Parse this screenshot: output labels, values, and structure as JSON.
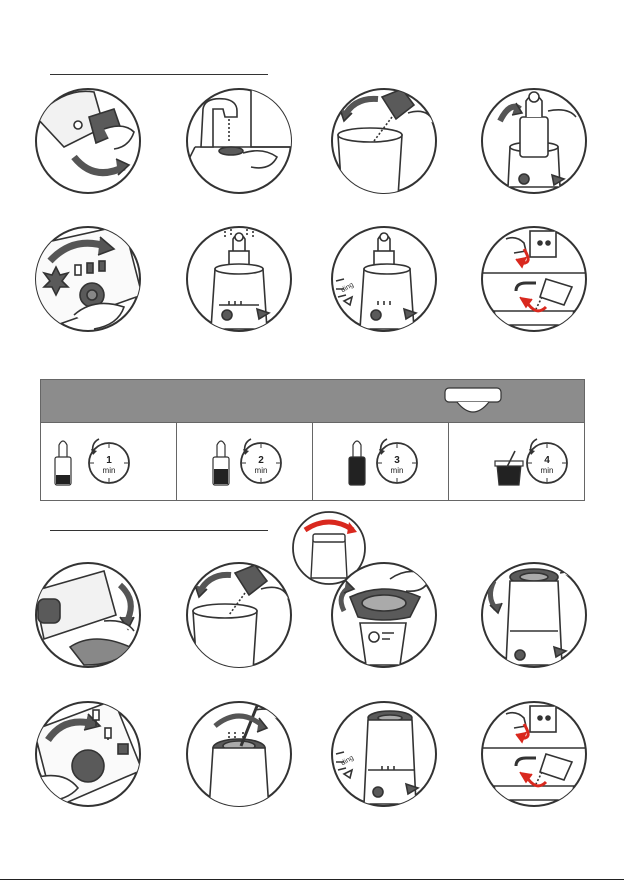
{
  "section_one": {
    "steps": [
      {
        "icon": "remove-basket-icon"
      },
      {
        "icon": "fill-water-tap-icon"
      },
      {
        "icon": "pour-water-into-warmer-icon"
      },
      {
        "icon": "insert-bottle-icon"
      },
      {
        "icon": "turn-dial-icon"
      },
      {
        "icon": "bottle-heating-icon"
      },
      {
        "icon": "ding-ready-icon"
      },
      {
        "icon": "unplug-and-empty-icon"
      }
    ]
  },
  "timer_table": {
    "cells": [
      {
        "number": "1",
        "unit": "min",
        "icon": "bottle-level-1-icon"
      },
      {
        "number": "2",
        "unit": "min",
        "icon": "bottle-level-2-icon"
      },
      {
        "number": "3",
        "unit": "min",
        "icon": "bottle-level-3-icon"
      },
      {
        "number": "4",
        "unit": "min",
        "icon": "jar-icon"
      }
    ]
  },
  "section_two": {
    "steps": [
      {
        "icon": "remove-basket-icon"
      },
      {
        "icon": "pour-water-icon"
      },
      {
        "icon": "insert-jar-basket-icon"
      },
      {
        "icon": "place-jar-icon"
      },
      {
        "icon": "turn-dial-icon"
      },
      {
        "icon": "stir-jar-icon"
      },
      {
        "icon": "ding-ready-icon"
      },
      {
        "icon": "unplug-and-empty-icon"
      }
    ]
  },
  "labels": {
    "ding": "ding"
  },
  "colors": {
    "ink": "#333333",
    "dark_grey": "#5a5a5a",
    "bar_grey": "#8c8c8c",
    "accent_red": "#d9281e"
  }
}
